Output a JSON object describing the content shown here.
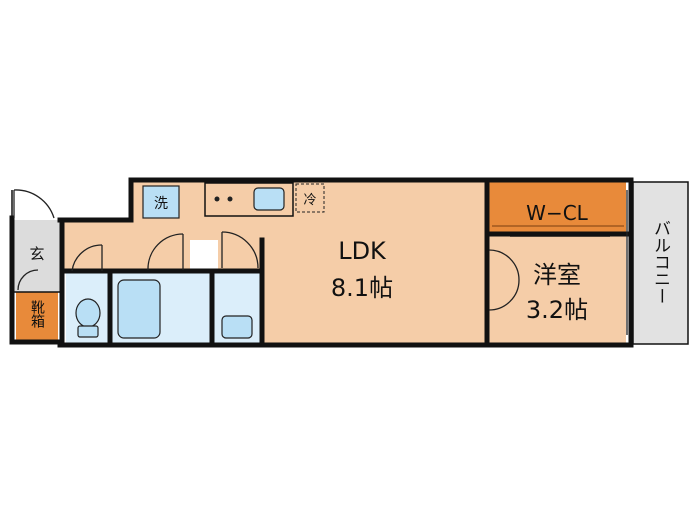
{
  "rooms": {
    "ldk": {
      "name": "LDK",
      "size": "8.1帖"
    },
    "western": {
      "name": "洋室",
      "size": "3.2帖"
    },
    "closet": {
      "name": "W−CL"
    },
    "balcony": {
      "name": "バルコニー"
    },
    "entrance": {
      "name": "玄"
    },
    "shoe_box": {
      "name": "靴箱"
    },
    "washer": {
      "name": "洗"
    },
    "fridge": {
      "name": "冷"
    }
  },
  "colors": {
    "floor": "#f5cda8",
    "closet": "#e88a3a",
    "wet_area": "#dbeefa",
    "fixture": "#b9dff5",
    "entrance": "#dcdcdc",
    "balcony": "#e2e2e2",
    "wall": "#111111"
  }
}
